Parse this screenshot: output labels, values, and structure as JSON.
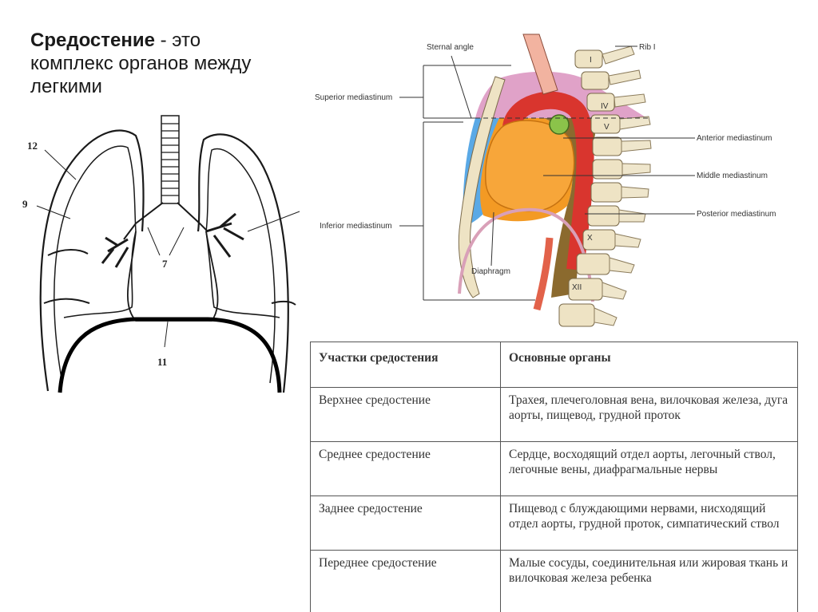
{
  "title": {
    "bold": "Средостение",
    "rest": " - это комплекс органов между легкими"
  },
  "lungs_figure": {
    "labels": {
      "l12": "12",
      "l9": "9",
      "l7": "7",
      "l11": "11"
    }
  },
  "mediastinum_figure": {
    "labels": {
      "sternal_angle": "Sternal angle",
      "rib1": "Rib I",
      "superior": "Superior mediastinum",
      "anterior": "Anterior mediastinum",
      "middle": "Middle mediastinum",
      "posterior": "Posterior mediastinum",
      "inferior": "Inferior mediastinum",
      "diaphragm": "Diaphragm",
      "v1": "I",
      "v4": "IV",
      "v5": "V",
      "v10": "X",
      "v12": "XII"
    },
    "colors": {
      "superior": "#e0a2c8",
      "anterior": "#5aa9e6",
      "middle": "#f39a24",
      "posterior": "#8b6a2e",
      "aorta": "#d9352e",
      "bone": "#eee3c4"
    }
  },
  "table": {
    "headers": [
      "Участки средостения",
      "Основные органы"
    ],
    "rows": [
      [
        "Верхнее средостение",
        "Трахея, плечеголовная вена, вилоч­ковая железа, дуга аорты, пищевод, грудной проток"
      ],
      [
        "Среднее средостение",
        "Сердце, восходящий отдел аорты, легочный ствол, легочные вены, диафрагмальные нервы"
      ],
      [
        "Заднее средостение",
        "Пищевод с блуждающими нервами, нисходящий отдел аорты, грудной проток, симпатический ствол"
      ],
      [
        "Переднее средостение",
        "Малые сосуды, соединительная или жировая ткань и вилочковая железа ребенка"
      ]
    ]
  }
}
